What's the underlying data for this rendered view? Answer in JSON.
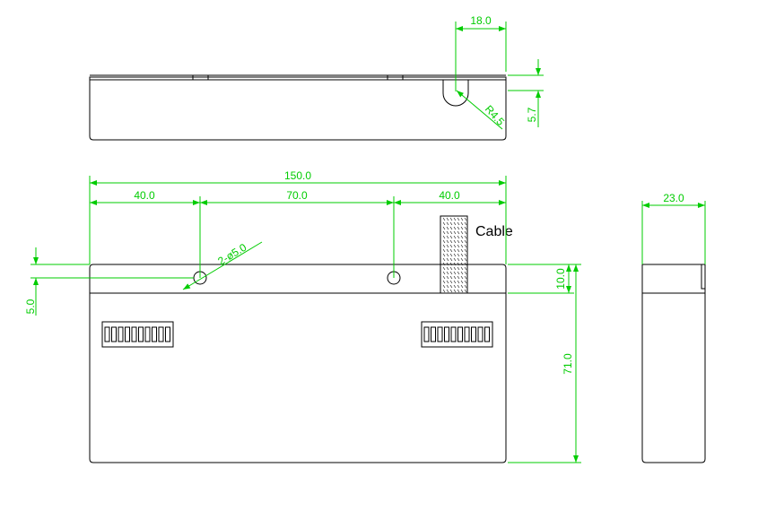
{
  "colors": {
    "outline": "#000000",
    "dimension": "#00cc00",
    "background": "#ffffff"
  },
  "top_view": {
    "dim_width": "18.0",
    "dim_radius": "R4.5",
    "dim_height": "5.7"
  },
  "front_view": {
    "dim_total": "150.0",
    "dim_left": "40.0",
    "dim_middle": "70.0",
    "dim_right": "40.0",
    "dim_holes": "2-ø5.0",
    "dim_hole_offset": "5.0",
    "dim_top_band": "10.0",
    "dim_height": "71.0",
    "cable_label": "Cable"
  },
  "side_view": {
    "dim_width": "23.0"
  }
}
